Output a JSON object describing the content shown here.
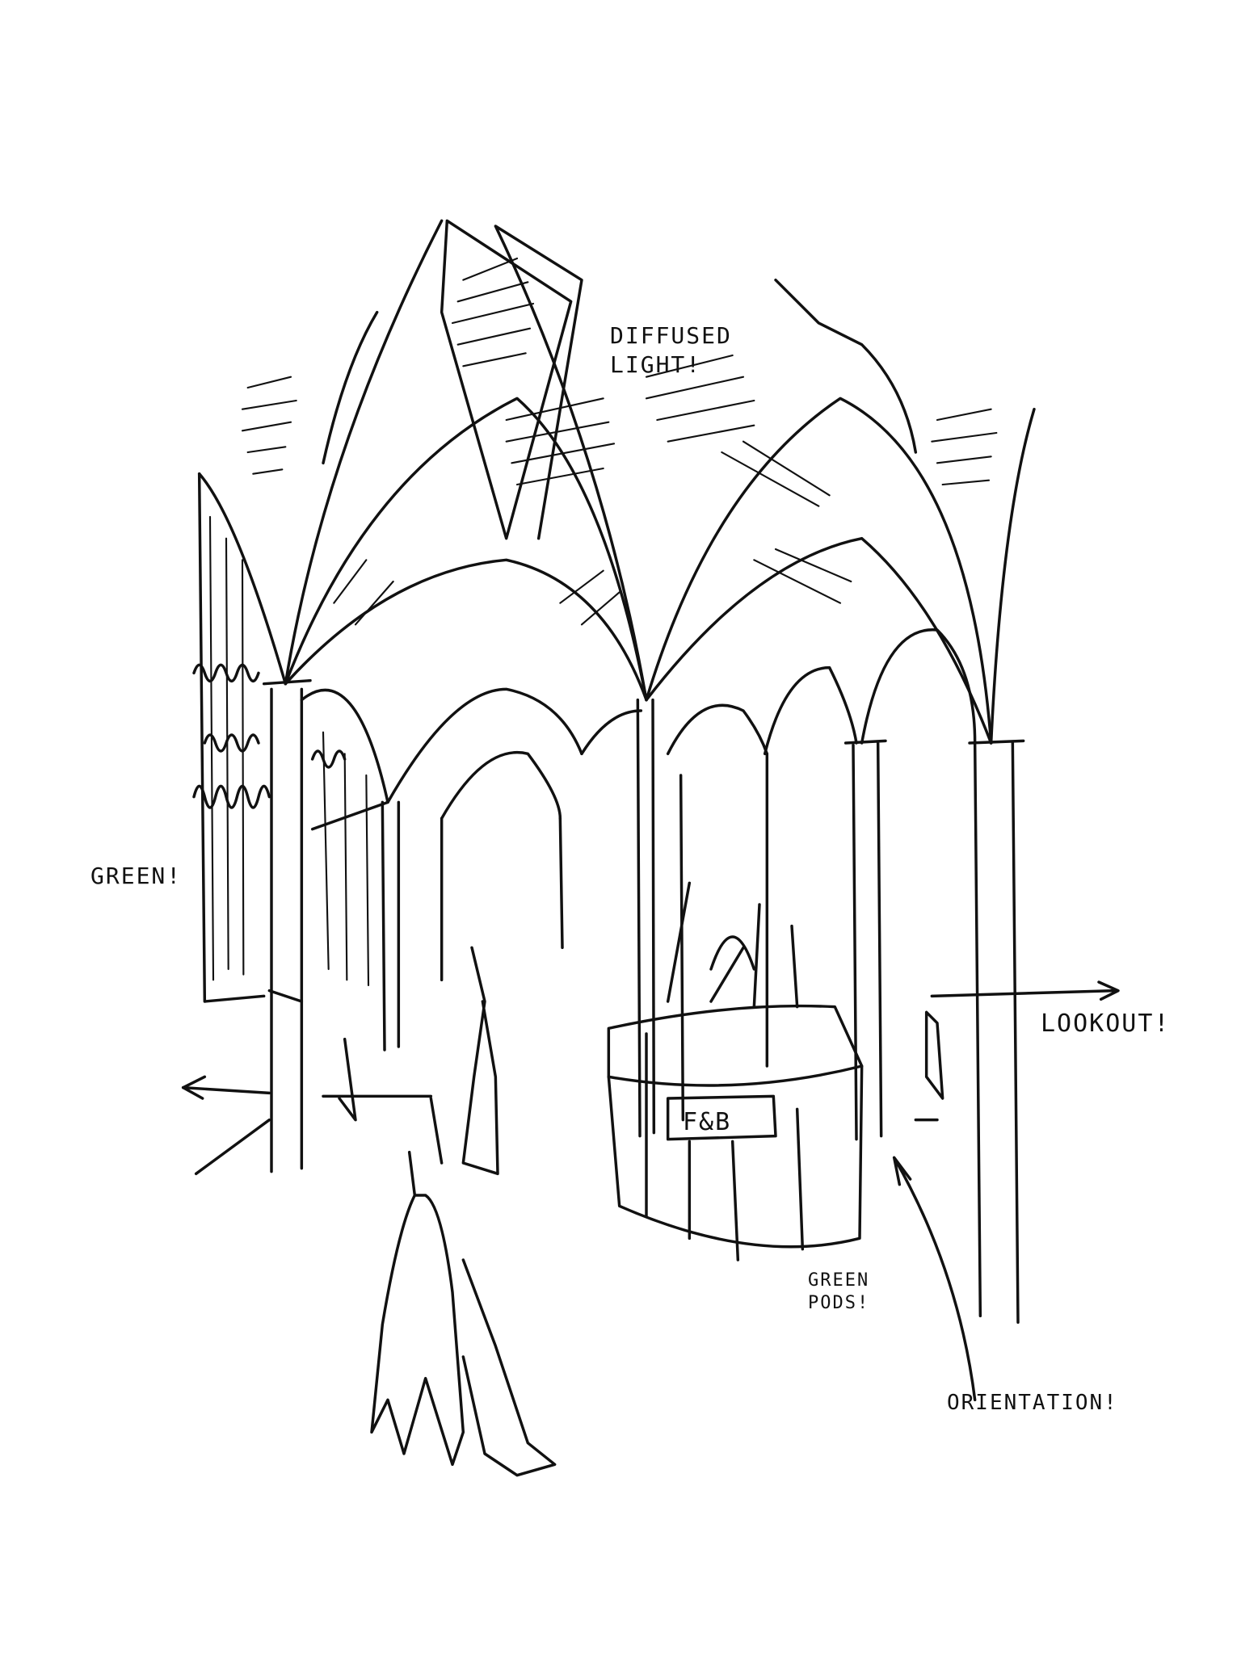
{
  "annotations": {
    "diffused_light": "DIFFUSED LIGHT!",
    "green": "GREEN!",
    "lookout": "LOOKOUT!",
    "fnb": "F&B",
    "green_pods": "GREEN PODS!",
    "orientation": "ORIENTATION!"
  },
  "colors": {
    "ink": "#111111",
    "paper": "#ffffff"
  }
}
